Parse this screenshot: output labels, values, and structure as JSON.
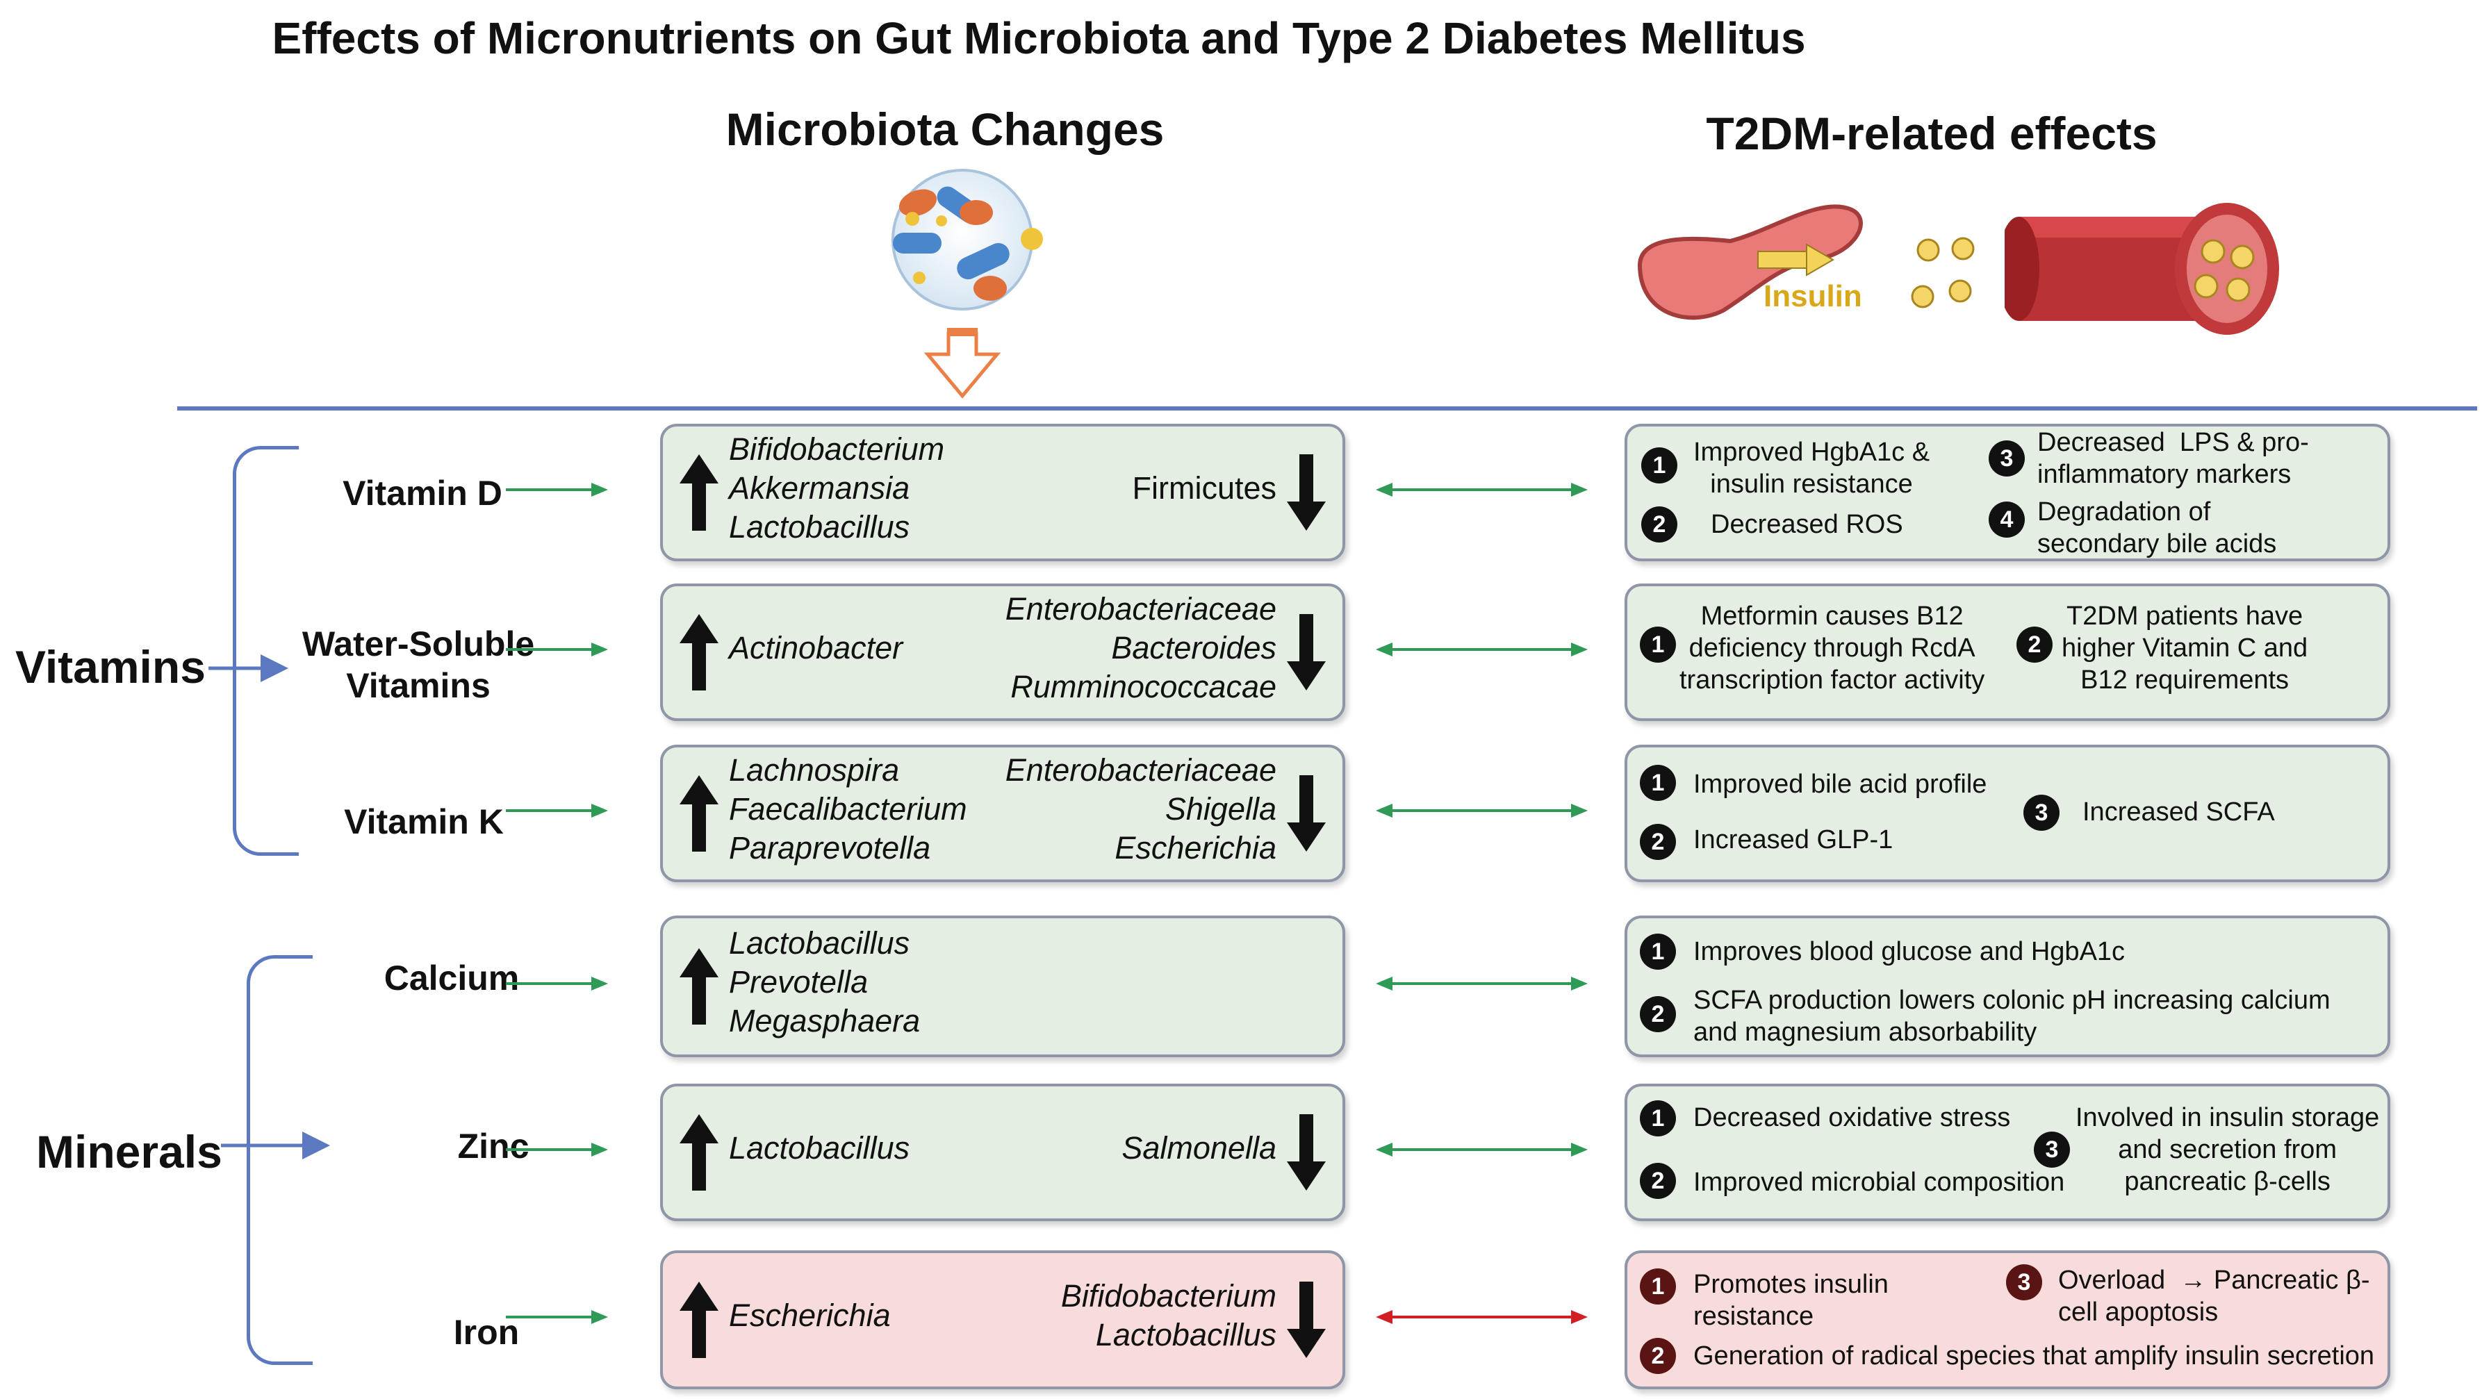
{
  "title": "Effects of Micronutrients on Gut Microbiota and Type 2 Diabetes Mellitus",
  "columns": {
    "microbiota": "Microbiota Changes",
    "t2dm": "T2DM-related effects"
  },
  "icons": {
    "insulin_label": "Insulin",
    "microbiota_icon": "bacteria-petri-dish-icon",
    "pancreas_icon": "pancreas-icon",
    "vessel_icon": "blood-vessel-glucose-icon"
  },
  "groups": {
    "vitamins": "Vitamins",
    "minerals": "Minerals"
  },
  "rows": [
    {
      "label": "Vitamin D",
      "up": [
        "Bifidobacterium",
        "Akkermansia",
        "Lactobacillus"
      ],
      "down": [
        "Firmicutes"
      ],
      "down_italic": false,
      "effects": [
        {
          "num": "1",
          "text": "Improved HgbA1c &\ninsulin resistance"
        },
        {
          "num": "2",
          "text": "Decreased ROS"
        },
        {
          "num": "3",
          "text": "Decreased  LPS & pro-\ninflammatory markers"
        },
        {
          "num": "4",
          "text": "Degradation of\nsecondary bile acids"
        }
      ]
    },
    {
      "label": "Water-Soluble\nVitamins",
      "up": [
        "Actinobacter"
      ],
      "down": [
        "Enterobacteriaceae",
        "Bacteroides",
        "Rumminococcacae"
      ],
      "down_italic": true,
      "effects": [
        {
          "num": "1",
          "text": "Metformin causes B12\ndeficiency through RcdA\ntranscription factor activity"
        },
        {
          "num": "2",
          "text": "T2DM patients have\nhigher Vitamin C and\nB12 requirements"
        }
      ]
    },
    {
      "label": "Vitamin K",
      "up": [
        "Lachnospira",
        "Faecalibacterium",
        "Paraprevotella"
      ],
      "down": [
        "Enterobacteriaceae",
        "Shigella",
        "Escherichia"
      ],
      "down_italic": true,
      "effects": [
        {
          "num": "1",
          "text": "Improved bile acid profile"
        },
        {
          "num": "2",
          "text": "Increased GLP-1"
        },
        {
          "num": "3",
          "text": "Increased SCFA"
        }
      ]
    },
    {
      "label": "Calcium",
      "up": [
        "Lactobacillus",
        "Prevotella",
        "Megasphaera"
      ],
      "down": [],
      "down_italic": true,
      "effects": [
        {
          "num": "1",
          "text": "Improves blood glucose and HgbA1c"
        },
        {
          "num": "2",
          "text": "SCFA production lowers colonic pH increasing calcium\nand magnesium absorbability"
        }
      ]
    },
    {
      "label": "Zinc",
      "up": [
        "Lactobacillus"
      ],
      "down": [
        "Salmonella"
      ],
      "down_italic": true,
      "effects": [
        {
          "num": "1",
          "text": "Decreased oxidative stress"
        },
        {
          "num": "2",
          "text": "Improved microbial composition"
        },
        {
          "num": "3",
          "text": "Involved in insulin storage\nand secretion from\npancreatic β-cells"
        }
      ]
    },
    {
      "label": "Iron",
      "up": [
        "Escherichia"
      ],
      "down": [
        "Bifidobacterium",
        "Lactobacillus"
      ],
      "down_italic": true,
      "effects": [
        {
          "num": "1",
          "text": "Promotes insulin\nresistance"
        },
        {
          "num": "2",
          "text": "Generation of radical species that amplify insulin secretion"
        },
        {
          "num": "3",
          "text": "Overload  → Pancreatic β-\ncell apoptosis"
        }
      ]
    }
  ],
  "colors": {
    "green_box": "#e5eee3",
    "red_box": "#f8dcdc",
    "green_arrow": "#2e9a55",
    "red_arrow": "#d21f26",
    "blue_line": "#5b78c0"
  }
}
